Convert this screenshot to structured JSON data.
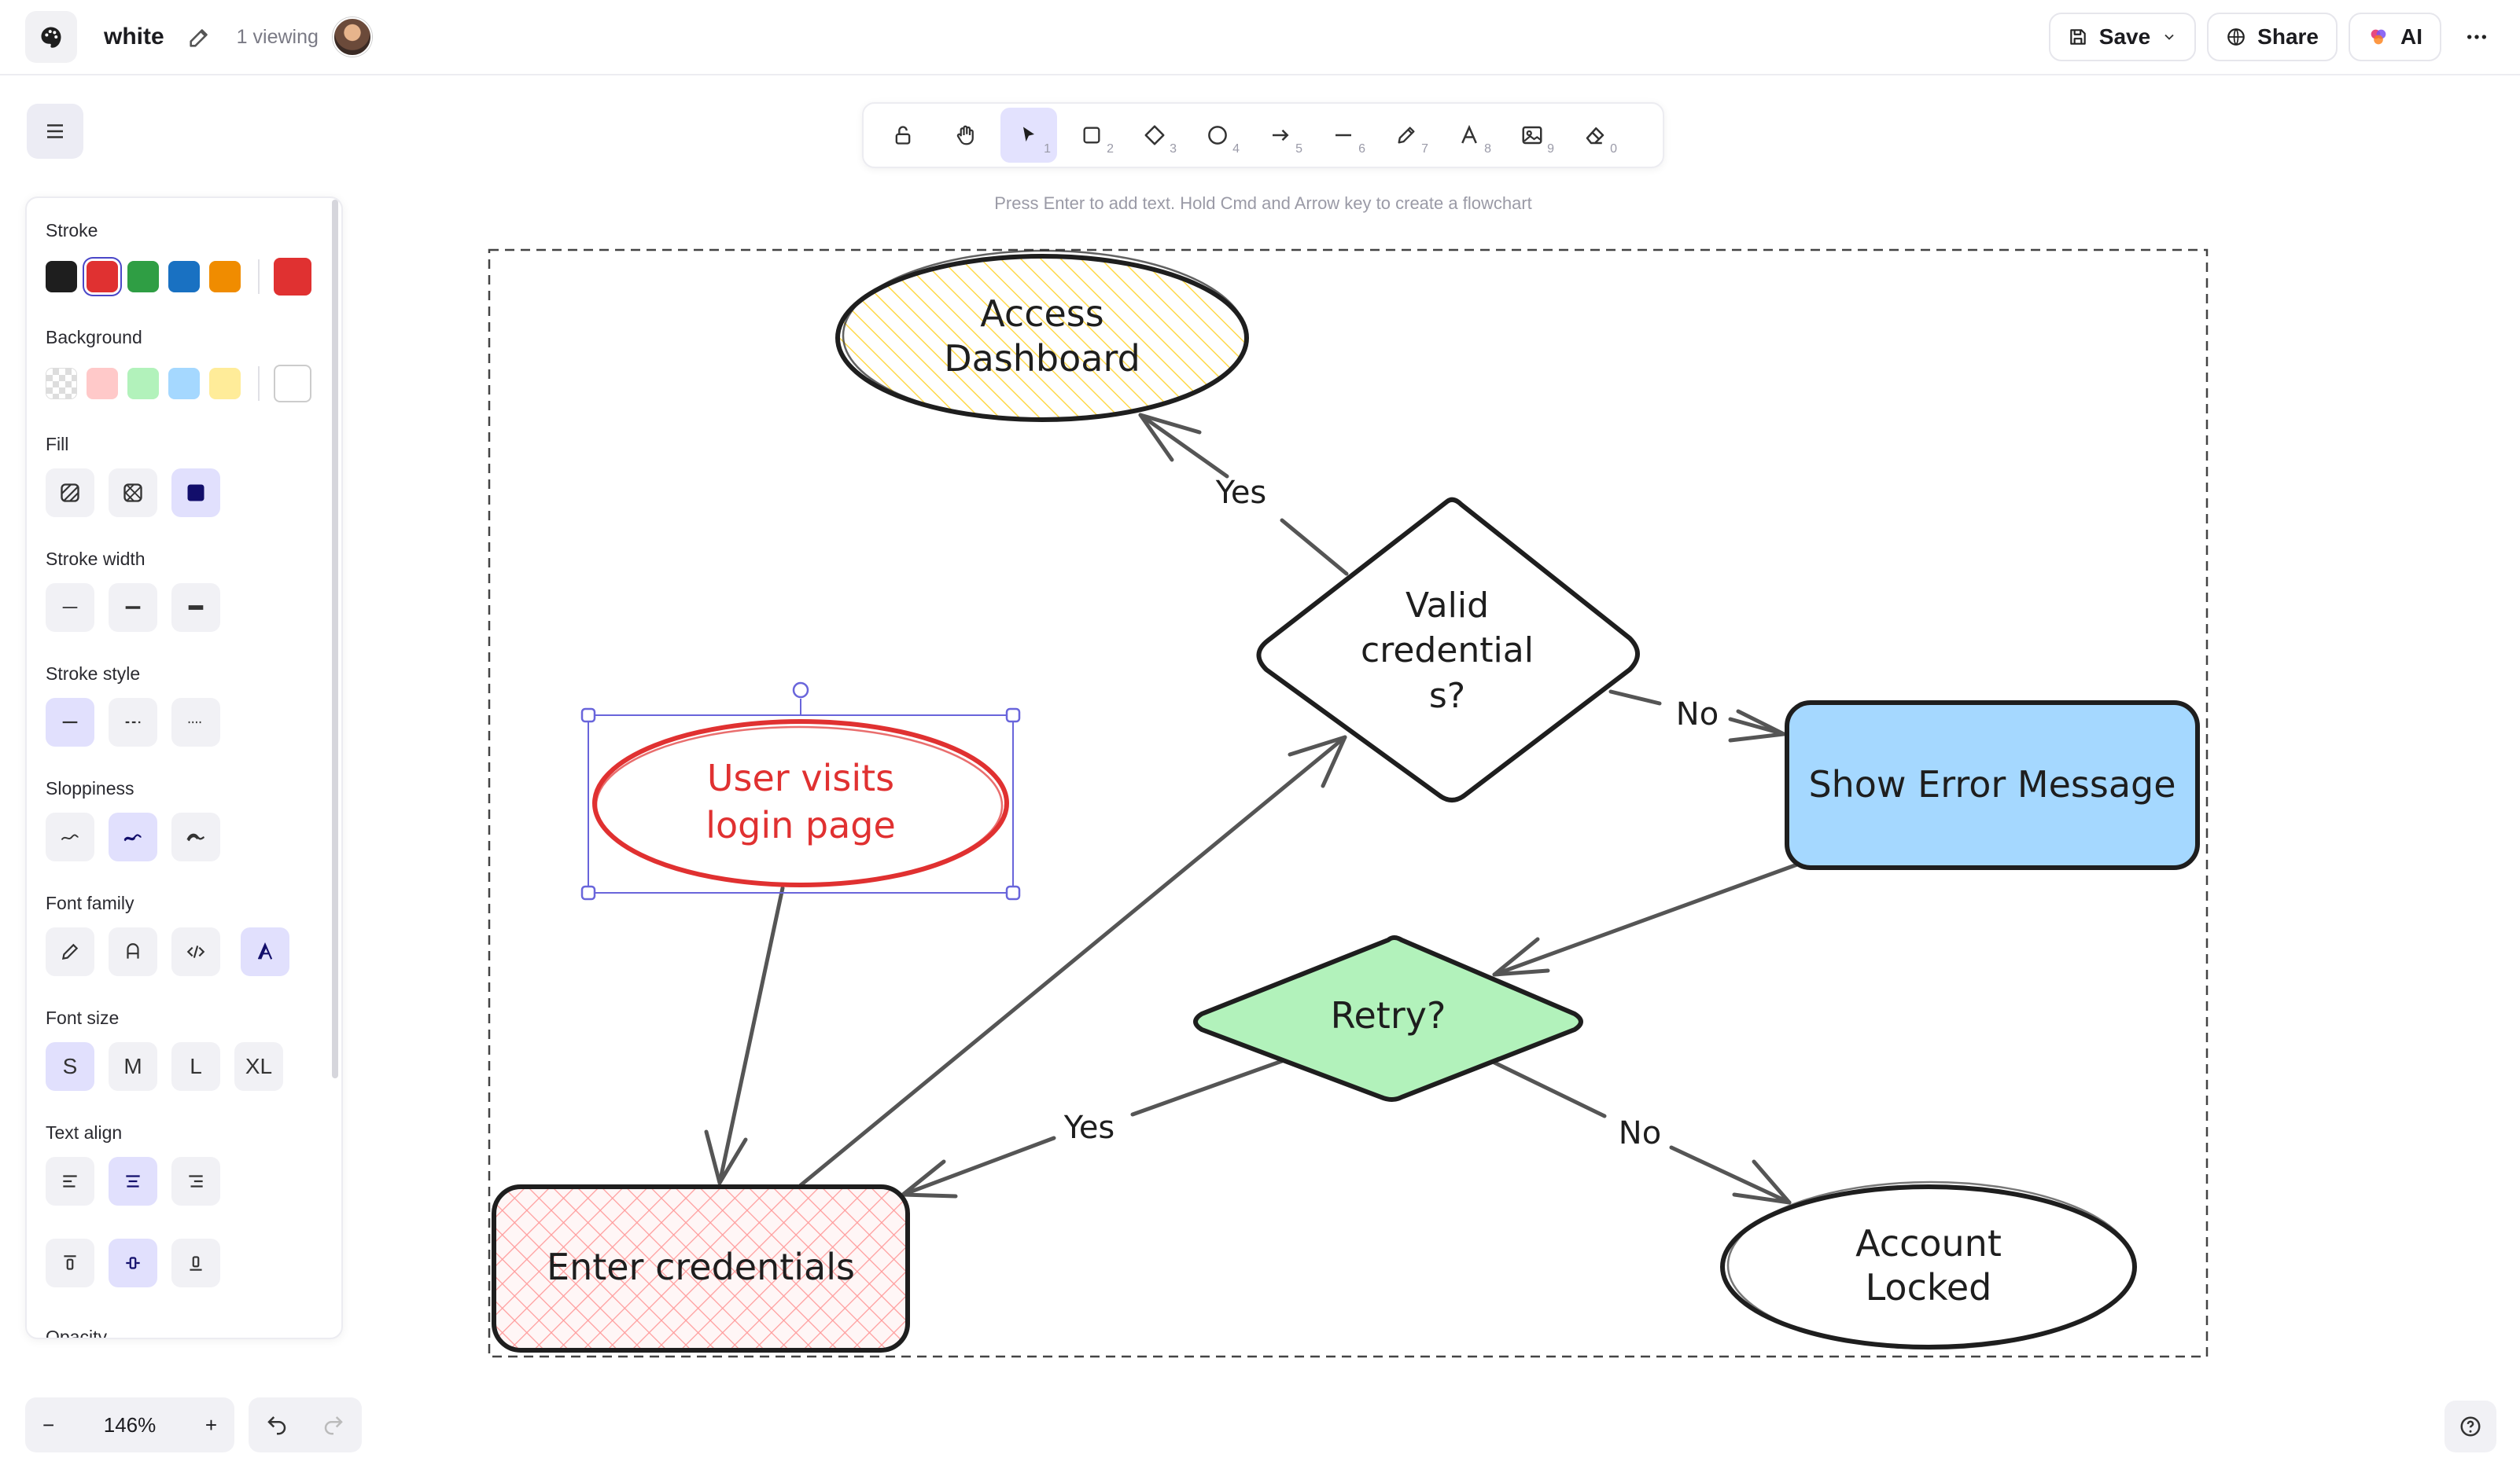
{
  "header": {
    "doc_title": "white",
    "viewing": "1 viewing",
    "save_label": "Save",
    "share_label": "Share",
    "ai_label": "AI"
  },
  "toolbar": {
    "hint": "Press Enter to add text. Hold Cmd and Arrow key to create a flowchart",
    "tools": [
      {
        "icon": "lock-icon",
        "key": ""
      },
      {
        "icon": "hand-icon",
        "key": ""
      },
      {
        "icon": "pointer-icon",
        "key": "1",
        "active": true
      },
      {
        "icon": "rectangle-icon",
        "key": "2"
      },
      {
        "icon": "diamond-icon",
        "key": "3"
      },
      {
        "icon": "ellipse-icon",
        "key": "4"
      },
      {
        "icon": "arrow-icon",
        "key": "5"
      },
      {
        "icon": "line-icon",
        "key": "6"
      },
      {
        "icon": "pencil-icon",
        "key": "7"
      },
      {
        "icon": "text-icon",
        "key": "8"
      },
      {
        "icon": "image-icon",
        "key": "9"
      },
      {
        "icon": "eraser-icon",
        "key": "0"
      }
    ]
  },
  "panel": {
    "stroke_label": "Stroke",
    "stroke_colors": [
      "#1e1e1e",
      "#e03131",
      "#2f9e44",
      "#1971c2",
      "#f08c00"
    ],
    "stroke_current": "#e03131",
    "background_label": "Background",
    "background_colors": [
      "transparent",
      "#ffc9c9",
      "#b2f2bb",
      "#a5d8ff",
      "#ffec99"
    ],
    "background_current": "#ffffff",
    "fill_label": "Fill",
    "stroke_width_label": "Stroke width",
    "stroke_style_label": "Stroke style",
    "sloppiness_label": "Sloppiness",
    "font_family_label": "Font family",
    "font_size_label": "Font size",
    "font_sizes": [
      "S",
      "M",
      "L",
      "XL"
    ],
    "text_align_label": "Text align",
    "opacity_label": "Opacity"
  },
  "footer": {
    "zoom_minus": "−",
    "zoom_level": "146%",
    "zoom_plus": "+"
  },
  "diagram": {
    "nodes": {
      "access_dashboard": [
        "Access",
        "Dashboard"
      ],
      "valid_credentials": [
        "Valid",
        "credential",
        "s?"
      ],
      "user_visits": [
        "User visits",
        "login page"
      ],
      "show_error": "Show Error Message",
      "retry": "Retry?",
      "enter_credentials": "Enter credentials",
      "account_locked": [
        "Account",
        "Locked"
      ]
    },
    "edge_labels": {
      "valid_yes": "Yes",
      "valid_no": "No",
      "retry_yes": "Yes",
      "retry_no": "No"
    },
    "colors": {
      "red": "#e03131",
      "yellow_fill": "#ffec99",
      "blue_fill": "#a5d8ff",
      "green_fill": "#b2f2bb",
      "pink_fill": "#ffc9c9",
      "selection": "#6965db"
    }
  }
}
